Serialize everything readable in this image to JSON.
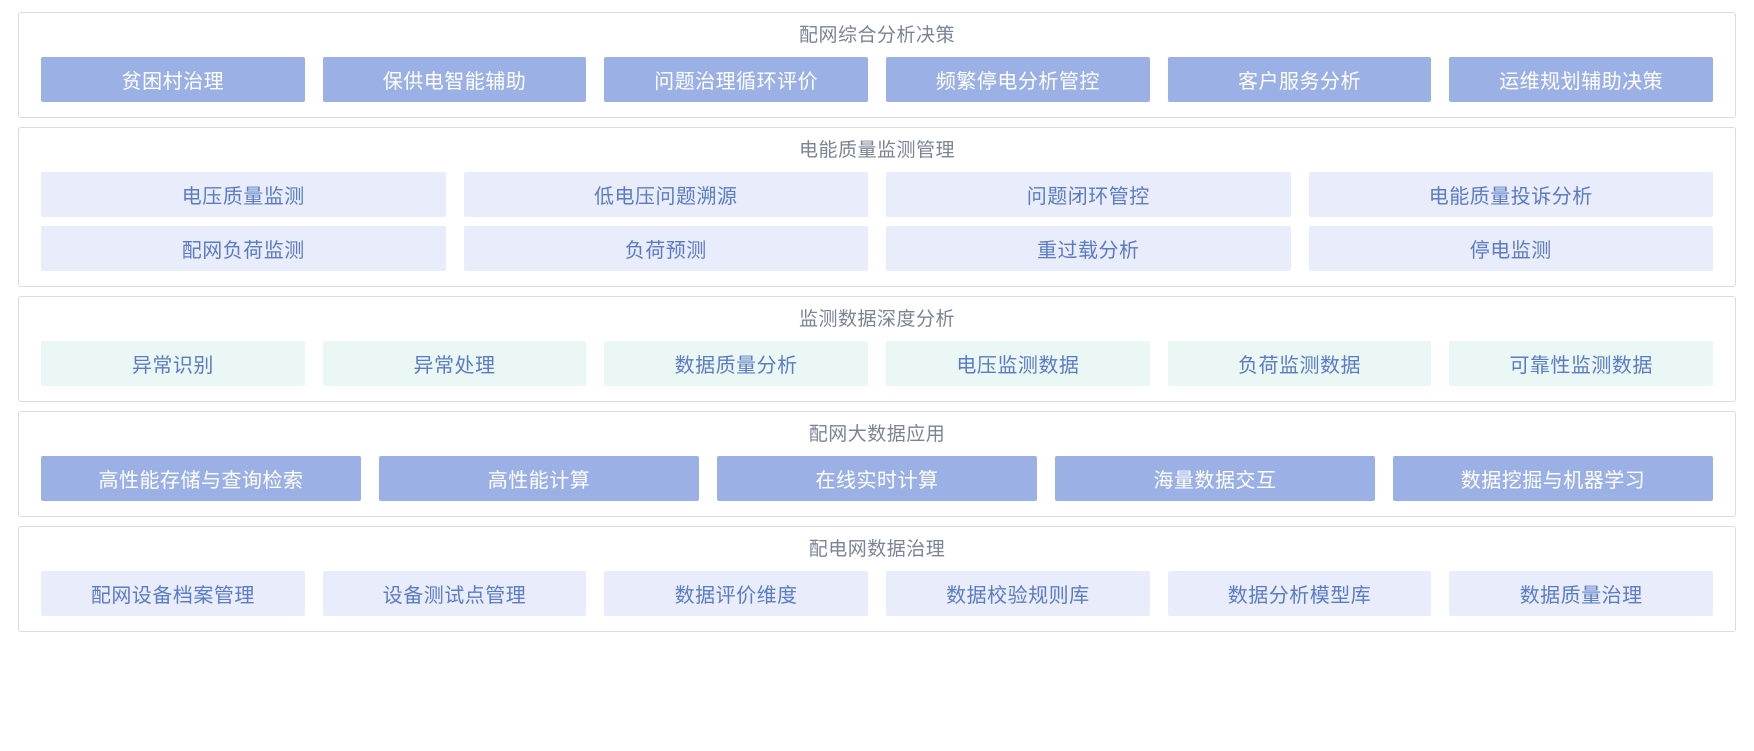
{
  "theme": {
    "page_background": "#ffffff",
    "panel_border": "#dcdcdc",
    "title_color": "#7a8495",
    "tile_solid_bg": "#9bb0e5",
    "tile_solid_text": "#ffffff",
    "tile_lavender_bg": "#e8ecfb",
    "tile_mint_bg": "#eaf7f4",
    "tile_pale_text": "#5b7cc4"
  },
  "sections": [
    {
      "title": "配网综合分析决策",
      "style": "solid",
      "rows": [
        [
          "贫困村治理",
          "保供电智能辅助",
          "问题治理循环评价",
          "频繁停电分析管控",
          "客户服务分析",
          "运维规划辅助决策"
        ]
      ]
    },
    {
      "title": "电能质量监测管理",
      "style": "lavender",
      "rows": [
        [
          "电压质量监测",
          "低电压问题溯源",
          "问题闭环管控",
          "电能质量投诉分析"
        ],
        [
          "配网负荷监测",
          "负荷预测",
          "重过载分析",
          "停电监测"
        ]
      ]
    },
    {
      "title": "监测数据深度分析",
      "style": "mint",
      "rows": [
        [
          "异常识别",
          "异常处理",
          "数据质量分析",
          "电压监测数据",
          "负荷监测数据",
          "可靠性监测数据"
        ]
      ]
    },
    {
      "title": "配网大数据应用",
      "style": "solid",
      "rows": [
        [
          "高性能存储与查询检索",
          "高性能计算",
          "在线实时计算",
          "海量数据交互",
          "数据挖掘与机器学习"
        ]
      ]
    },
    {
      "title": "配电网数据治理",
      "style": "lavender",
      "rows": [
        [
          "配网设备档案管理",
          "设备测试点管理",
          "数据评价维度",
          "数据校验规则库",
          "数据分析模型库",
          "数据质量治理"
        ]
      ]
    }
  ]
}
